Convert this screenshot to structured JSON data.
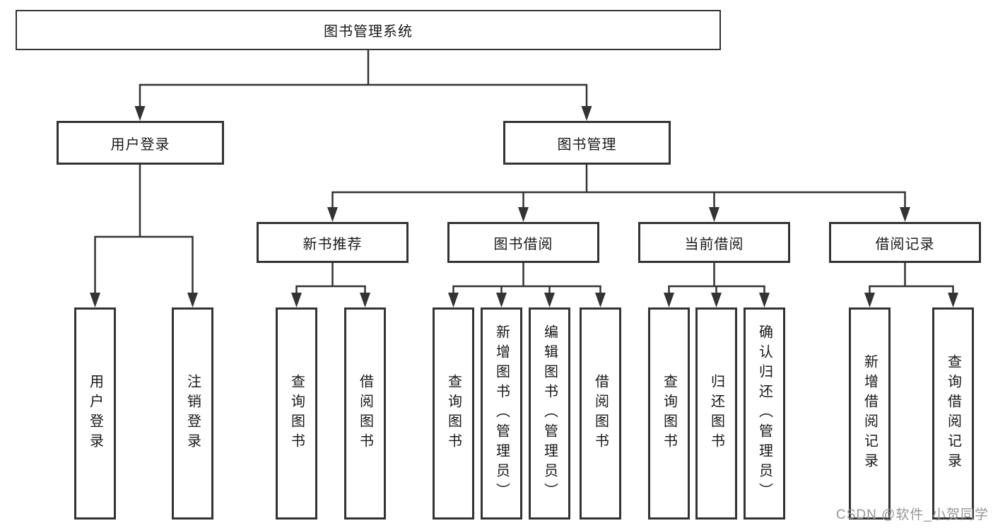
{
  "diagram": {
    "root": {
      "label": "图书管理系统"
    },
    "level2": [
      {
        "label": "用户登录"
      },
      {
        "label": "图书管理"
      }
    ],
    "login_children": [
      {
        "label": "用户登录"
      },
      {
        "label": "注销登录"
      }
    ],
    "mgmt_children": [
      {
        "label": "新书推荐",
        "children": [
          {
            "label": "查询图书"
          },
          {
            "label": "借阅图书"
          }
        ]
      },
      {
        "label": "图书借阅",
        "children": [
          {
            "label": "查询图书"
          },
          {
            "label": "新增图书（管理员）"
          },
          {
            "label": "编辑图书（管理员）"
          },
          {
            "label": "借阅图书"
          }
        ]
      },
      {
        "label": "当前借阅",
        "children": [
          {
            "label": "查询图书"
          },
          {
            "label": "归还图书"
          },
          {
            "label": "确认归还（管理员）"
          }
        ]
      },
      {
        "label": "借阅记录",
        "children": [
          {
            "label": "新增借阅记录"
          },
          {
            "label": "查询借阅记录"
          }
        ]
      }
    ]
  },
  "colors": {
    "line": "#333333",
    "box_border": "#333333",
    "box_fill": "#ffffff",
    "text": "#1a1a1a",
    "watermark": "#969696"
  },
  "watermark": "CSDN @软件_小贺同学"
}
